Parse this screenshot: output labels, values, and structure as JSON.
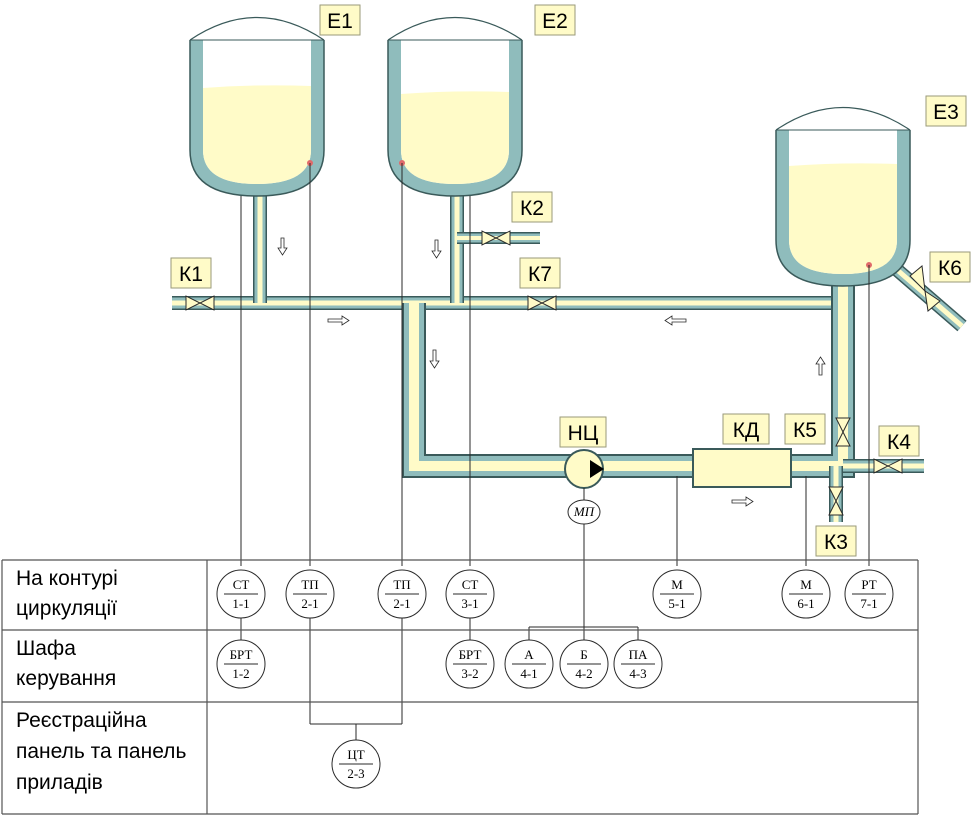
{
  "tanks": [
    {
      "id": "e1",
      "label": "Е1"
    },
    {
      "id": "e2",
      "label": "Е2"
    },
    {
      "id": "e3",
      "label": "Е3"
    }
  ],
  "valves": {
    "k1": "К1",
    "k2": "К2",
    "k3": "К3",
    "k4": "К4",
    "k5": "К5",
    "k6": "К6",
    "k7": "К7"
  },
  "pump": {
    "label": "НЦ",
    "motor": "МП"
  },
  "cooler": {
    "label": "КД"
  },
  "table": {
    "rows": [
      {
        "lines": [
          "На контурі",
          "циркуляції"
        ]
      },
      {
        "lines": [
          "Шафа",
          "керування"
        ]
      },
      {
        "lines": [
          "Реєстраційна",
          "панель та панель",
          "приладів"
        ]
      }
    ]
  },
  "devices": [
    {
      "id": "st-1-1",
      "top": "СТ",
      "bottom": "1-1"
    },
    {
      "id": "tp-2-1a",
      "top": "ТП",
      "bottom": "2-1"
    },
    {
      "id": "tp-2-1b",
      "top": "ТП",
      "bottom": "2-1"
    },
    {
      "id": "st-3-1",
      "top": "СТ",
      "bottom": "3-1"
    },
    {
      "id": "m-5-1",
      "top": "М",
      "bottom": "5-1"
    },
    {
      "id": "m-6-1",
      "top": "М",
      "bottom": "6-1"
    },
    {
      "id": "rt-7-1",
      "top": "РТ",
      "bottom": "7-1"
    },
    {
      "id": "brt-1-2",
      "top": "БРТ",
      "bottom": "1-2"
    },
    {
      "id": "brt-3-2",
      "top": "БРТ",
      "bottom": "3-2"
    },
    {
      "id": "a-4-1",
      "top": "А",
      "bottom": "4-1"
    },
    {
      "id": "b-4-2",
      "top": "Б",
      "bottom": "4-2"
    },
    {
      "id": "pa-4-3",
      "top": "ПА",
      "bottom": "4-3"
    },
    {
      "id": "tst-2-3",
      "top": "ЦТ",
      "bottom": "2-3"
    }
  ],
  "colors": {
    "liquid": "#fffbc8",
    "wall": "#8fbcbc",
    "wall_outline": "#3a5a5a",
    "sensor": "#e06a6a"
  }
}
